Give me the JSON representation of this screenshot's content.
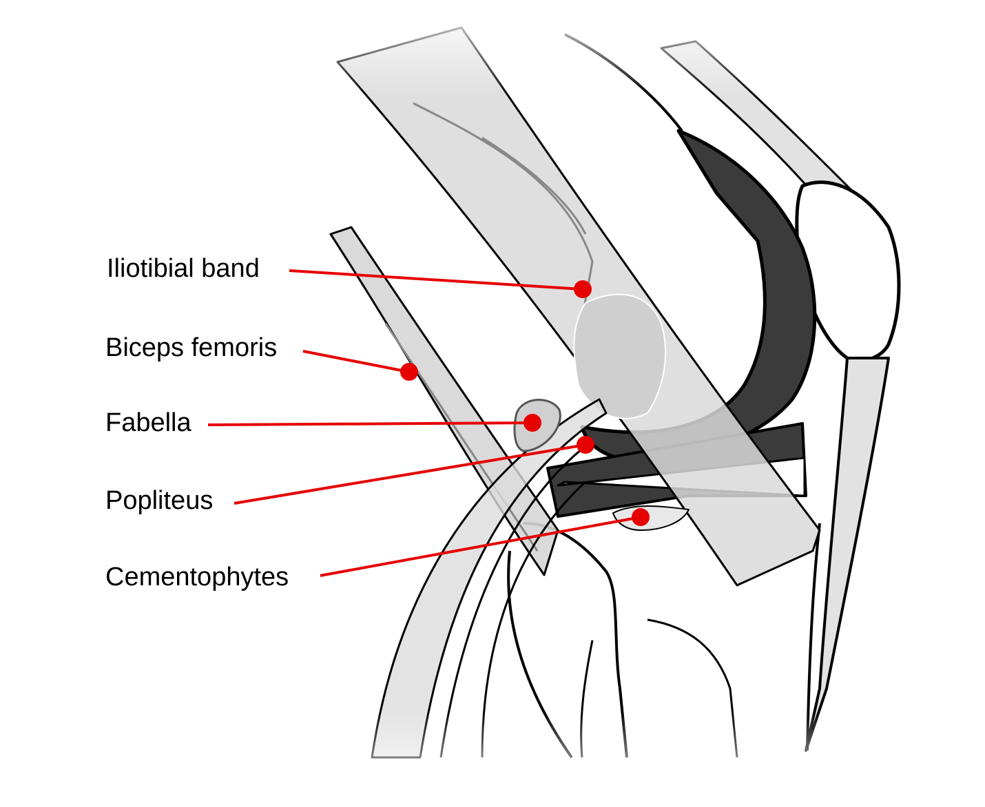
{
  "labels": [
    {
      "id": "iliotibial-band",
      "text": "Iliotibial band"
    },
    {
      "id": "biceps-femoris",
      "text": "Biceps femoris"
    },
    {
      "id": "fabella",
      "text": "Fabella"
    },
    {
      "id": "popliteus",
      "text": "Popliteus"
    },
    {
      "id": "cementophytes",
      "text": "Cementophytes"
    }
  ],
  "colors": {
    "pointer": "#e60000",
    "implant": "#3b3b3b",
    "tissue": "#d9d9d9",
    "outline": "#000000"
  }
}
